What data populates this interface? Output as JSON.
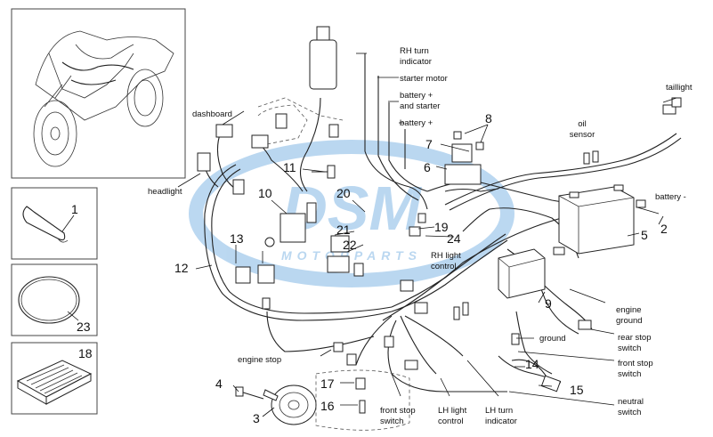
{
  "callouts": {
    "n1": "1",
    "n2": "2",
    "n3": "3",
    "n4": "4",
    "n5": "5",
    "n6": "6",
    "n7": "7",
    "n8": "8",
    "n9": "9",
    "n10": "10",
    "n11": "11",
    "n12": "12",
    "n13": "13",
    "n14": "14",
    "n15": "15",
    "n16": "16",
    "n17": "17",
    "n18": "18",
    "n19": "19",
    "n20": "20",
    "n21": "21",
    "n22": "22",
    "n23": "23",
    "n24": "24"
  },
  "labels": {
    "rh_turn_1": "RH turn",
    "rh_turn_2": "indicator",
    "starter_motor": "starter motor",
    "battery_starter_1": "battery +",
    "battery_starter_2": "and starter",
    "battery_plus": "battery +",
    "taillight": "taillight",
    "oil_sensor_1": "oil",
    "oil_sensor_2": "sensor",
    "battery_minus": "battery -",
    "dashboard": "dashboard",
    "headlight": "headlight",
    "rh_light_1": "RH light",
    "rh_light_2": "control",
    "engine_ground_1": "engine",
    "engine_ground_2": "ground",
    "ground": "ground",
    "rear_stop_1": "rear stop",
    "rear_stop_2": "switch",
    "front_stop_r1": "front stop",
    "front_stop_r2": "switch",
    "neutral_1": "neutral",
    "neutral_2": "switch",
    "engine_stop": "engine stop",
    "front_stop_b1": "front stop",
    "front_stop_b2": "switch",
    "lh_light_1": "LH light",
    "lh_light_2": "control",
    "lh_turn_1": "LH turn",
    "lh_turn_2": "indicator"
  },
  "watermark": {
    "logo": "DSM",
    "sub": "MOTORPARTS",
    "color": "#3c8fd6"
  }
}
